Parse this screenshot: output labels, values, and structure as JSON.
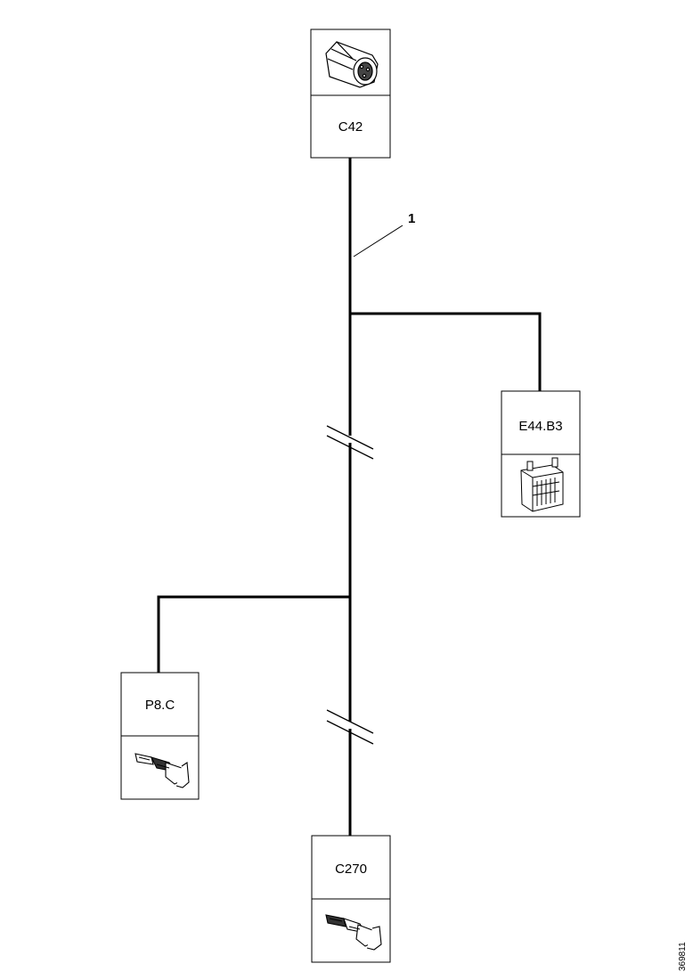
{
  "connectors": {
    "c42": {
      "label": "C42",
      "icon": "round-connector-icon"
    },
    "e44b3": {
      "label": "E44.B3",
      "icon": "multi-pin-connector-icon"
    },
    "p8c": {
      "label": "P8.C",
      "icon": "terminal-connector-icon"
    },
    "c270": {
      "label": "C270",
      "icon": "terminal-connector-icon"
    }
  },
  "callout": {
    "label": "1"
  },
  "figure_id": "369811"
}
